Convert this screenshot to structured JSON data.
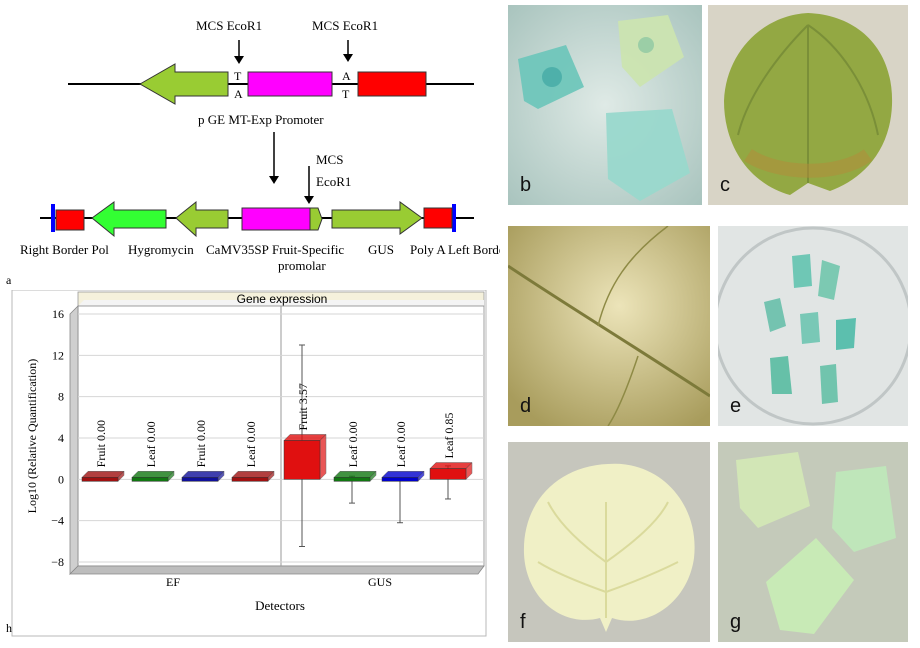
{
  "construct": {
    "mcs_ecor1_left": "MCS EcoR1",
    "mcs_ecor1_right": "MCS EcoR1",
    "site_left_top": "T",
    "site_left_bottom": "A",
    "site_right_top": "A",
    "site_right_bottom": "T",
    "promoter_caption": "p GE MT-Exp Promoter",
    "mcs": "MCS",
    "ecor1": "EcoR1",
    "label_right_border_pol": "Right Border Pol",
    "label_hygromycin": "Hygromycin",
    "label_camv35sp": "CaMV35SP",
    "label_fruit_specific_1": "Fruit-Specific",
    "label_fruit_specific_2": "promolar",
    "label_gus": "GUS",
    "label_polya": "Poly A",
    "label_left_border": "Left Border",
    "panel_letter": "a",
    "colors": {
      "green": "#99cc33",
      "bright_green": "#33ff33",
      "magenta": "#ff00ff",
      "red": "#ff0000",
      "blue": "#0000ff"
    }
  },
  "chart_panel_letter": "h",
  "chart_data": {
    "type": "bar",
    "title": "Gene expression",
    "ylabel": "Log10 (Relative Quantification)",
    "xlabel": "Detectors",
    "ylim": [
      -8,
      16
    ],
    "yticks": [
      "16",
      "12",
      "8",
      "4",
      "0",
      "−4",
      "−8"
    ],
    "groups": [
      "EF",
      "GUS"
    ],
    "bars": [
      {
        "group": "EF",
        "label": "Fruit 0.00",
        "value": 0.0,
        "color": "#a01010"
      },
      {
        "group": "EF",
        "label": "Leaf 0.00",
        "value": 0.0,
        "color": "#117711"
      },
      {
        "group": "EF",
        "label": "Fruit 0.00",
        "value": 0.0,
        "color": "#10109a"
      },
      {
        "group": "EF",
        "label": "Leaf 0.00",
        "value": 0.0,
        "color": "#a01010"
      },
      {
        "group": "GUS",
        "label": "Fruit 3.57",
        "value": 3.57,
        "color": "#e01010",
        "err": [
          -6.5,
          13
        ]
      },
      {
        "group": "GUS",
        "label": "Leaf 0.00",
        "value": 0.0,
        "color": "#117711",
        "err": [
          -2.3,
          0.3
        ]
      },
      {
        "group": "GUS",
        "label": "Leaf 0.00",
        "value": 0.0,
        "color": "#0000cc",
        "err": [
          -4.2,
          0
        ]
      },
      {
        "group": "GUS",
        "label": "Leaf 0.85",
        "value": 0.85,
        "color": "#e01010",
        "err": [
          -1.9,
          1.3
        ]
      }
    ],
    "grid": true
  },
  "photos": {
    "b": "b",
    "c": "c",
    "d": "d",
    "e": "e",
    "f": "f",
    "g": "g"
  }
}
